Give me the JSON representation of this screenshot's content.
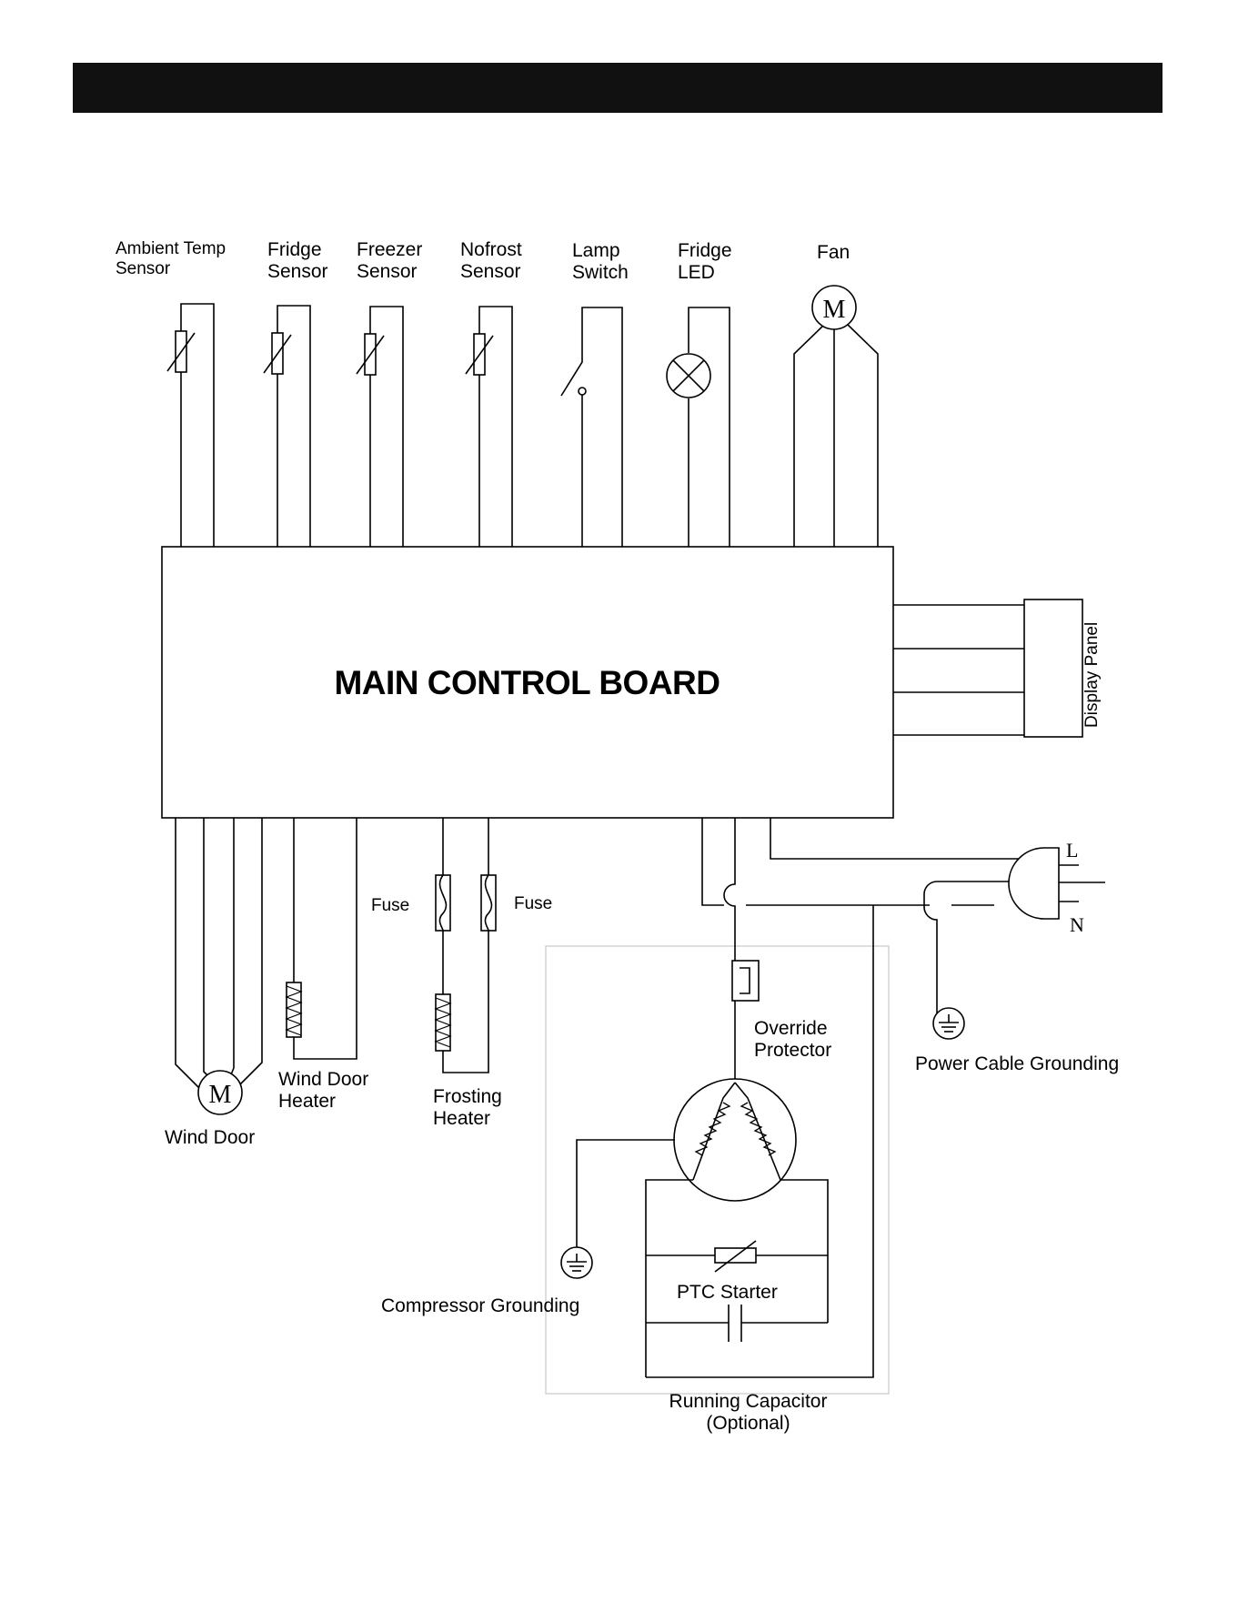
{
  "colors": {
    "header_bar": "#111111",
    "line": "#000000",
    "frame": "#c8c8c8"
  },
  "labels": {
    "ambient_sensor": "Ambient Temp\nSensor",
    "fridge_sensor": "Fridge\nSensor",
    "freezer_sensor": "Freezer\nSensor",
    "nofrost_sensor": "Nofrost\nSensor",
    "lamp_switch": "Lamp\nSwitch",
    "fridge_led": "Fridge\nLED",
    "fan": "Fan",
    "main_board": "MAIN CONTROL BOARD",
    "display_panel": "Display Panel",
    "fuse_left": "Fuse",
    "fuse_right": "Fuse",
    "wind_door_heater": "Wind Door\nHeater",
    "wind_door": "Wind Door",
    "frosting_heater": "Frosting\nHeater",
    "override_protector": "Override\nProtector",
    "power_cable_grounding": "Power Cable Grounding",
    "compressor_grounding": "Compressor Grounding",
    "ptc_starter": "PTC Starter",
    "running_capacitor": "Running Capacitor\n(Optional)",
    "line_l": "L",
    "line_n": "N",
    "motor_symbol": "M"
  },
  "icons": [
    "thermistor-icon",
    "switch-icon",
    "lamp-icon",
    "motor-icon",
    "fuse-icon",
    "heater-icon",
    "protector-icon",
    "compressor-icon",
    "ground-icon",
    "capacitor-icon",
    "plug-icon"
  ]
}
